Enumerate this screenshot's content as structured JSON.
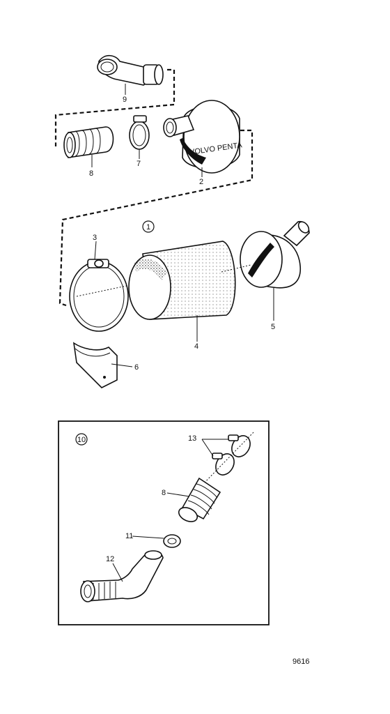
{
  "diagram": {
    "labels": {
      "p1": "1",
      "p2": "2",
      "p3": "3",
      "p4": "4",
      "p5": "5",
      "p6": "6",
      "p7": "7",
      "p8": "8",
      "p9": "9",
      "p10": "10",
      "inset_8": "8",
      "inset_11": "11",
      "inset_12": "12",
      "inset_13": "13"
    },
    "housing_marking": "VOLVO PENTA",
    "drawing_number": "9616"
  }
}
